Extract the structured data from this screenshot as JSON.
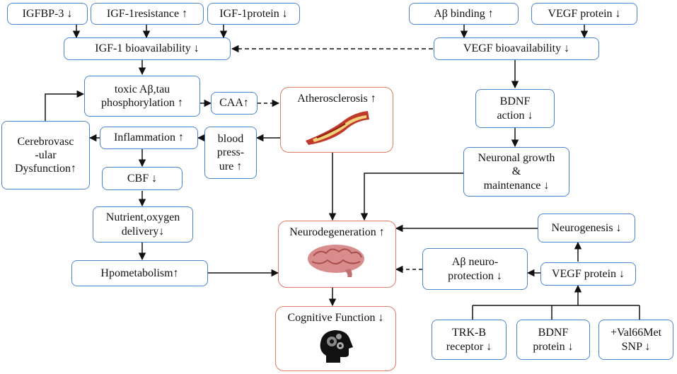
{
  "nodes": {
    "igfbp3": "IGFBP-3 ↓",
    "igf1_resistance": "IGF-1resistance ↑",
    "igf1_protein": "IGF-1protein ↓",
    "abeta_binding": "Aβ binding ↑",
    "vegf_protein_top": "VEGF protein ↓",
    "igf1_bioavailability": "IGF-1 bioavailability ↓",
    "vegf_bioavailability": "VEGF bioavailability ↓",
    "toxic_abeta": "toxic Aβ,tau\nphosphorylation ↑",
    "caa": "CAA↑",
    "atherosclerosis": "Atherosclerosis ↑",
    "bdnf_action": "BDNF\naction ↓",
    "cerebrovascular": "Cerebrovasc\n-ular\nDysfunction↑",
    "inflammation": "Inflammation ↑",
    "blood_pressure": "blood\npress-\nure ↑",
    "neuronal_growth": "Neuronal growth\n&\nmaintenance ↓",
    "cbf": "CBF ↓",
    "nutrient": "Nutrient,oxygen\ndelivery↓",
    "neurodegeneration": "Neurodegeneration ↑",
    "neurogenesis": "Neurogenesis ↓",
    "abeta_neuroprotection": "Aβ neuro-\nprotection ↓",
    "vegf_protein_bottom": "VEGF protein ↓",
    "hypometabolism": "Hpometabolism↑",
    "cognitive_function": "Cognitive Function ↓",
    "trkb": "TRK-B\nreceptor ↓",
    "bdnf_protein": "BDNF\nprotein ↓",
    "val66met": "+Val66Met\nSNP ↓"
  },
  "colors": {
    "box_border": "#4a86d0",
    "highlight_border": "#e07a60",
    "arrow": "#111111"
  }
}
